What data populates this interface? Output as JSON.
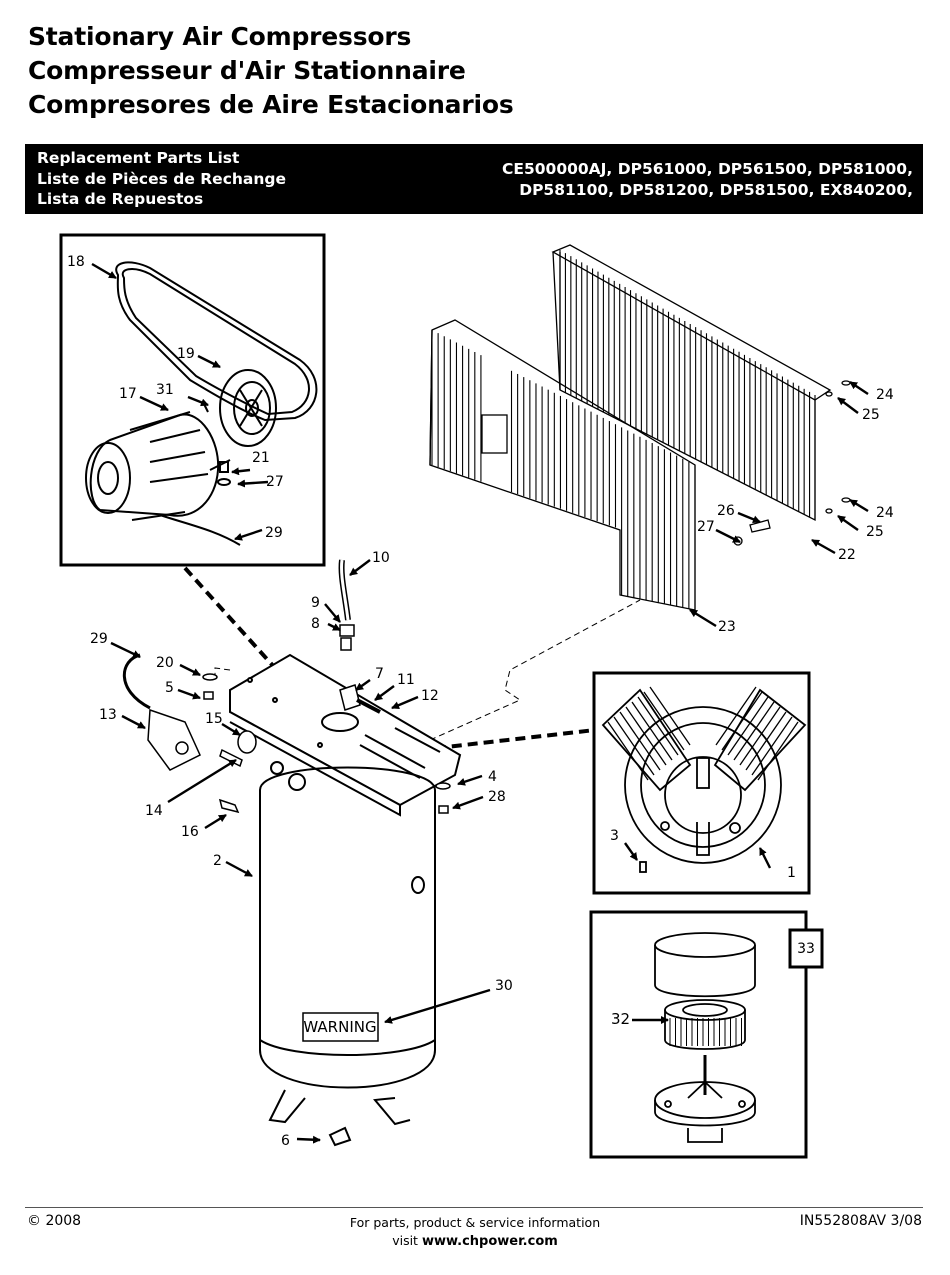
{
  "header": {
    "title_en": "Stationary Air Compressors",
    "title_fr": "Compresseur d'Air Stationnaire",
    "title_es": "Compresores de Aire Estacionarios"
  },
  "banner": {
    "list_en": "Replacement Parts List",
    "list_fr": "Liste de Pièces de Rechange",
    "list_es": "Lista de Repuestos",
    "models_line1": "CE500000AJ, DP561000, DP561500, DP581000,",
    "models_line2": "DP581100, DP581200, DP581500, EX840200,"
  },
  "diagram": {
    "warning_label": "WARNING",
    "part_numbers": {
      "p1": "1",
      "p2": "2",
      "p3": "3",
      "p4": "4",
      "p5": "5",
      "p6": "6",
      "p7": "7",
      "p8": "8",
      "p9": "9",
      "p10": "10",
      "p11": "11",
      "p12": "12",
      "p13": "13",
      "p14": "14",
      "p15": "15",
      "p16": "16",
      "p17": "17",
      "p18": "18",
      "p19": "19",
      "p20": "20",
      "p21": "21",
      "p22": "22",
      "p23": "23",
      "p24": "24",
      "p25": "25",
      "p26": "26",
      "p27": "27",
      "p28": "28",
      "p29": "29",
      "p30": "30",
      "p31": "31",
      "p32": "32",
      "p33": "33"
    }
  },
  "footer": {
    "copyright": "© 2008",
    "info_line1": "For parts, product & service information",
    "info_visit": "visit",
    "website": "www.chpower.com",
    "doc_id": "IN552808AV 3/08"
  }
}
